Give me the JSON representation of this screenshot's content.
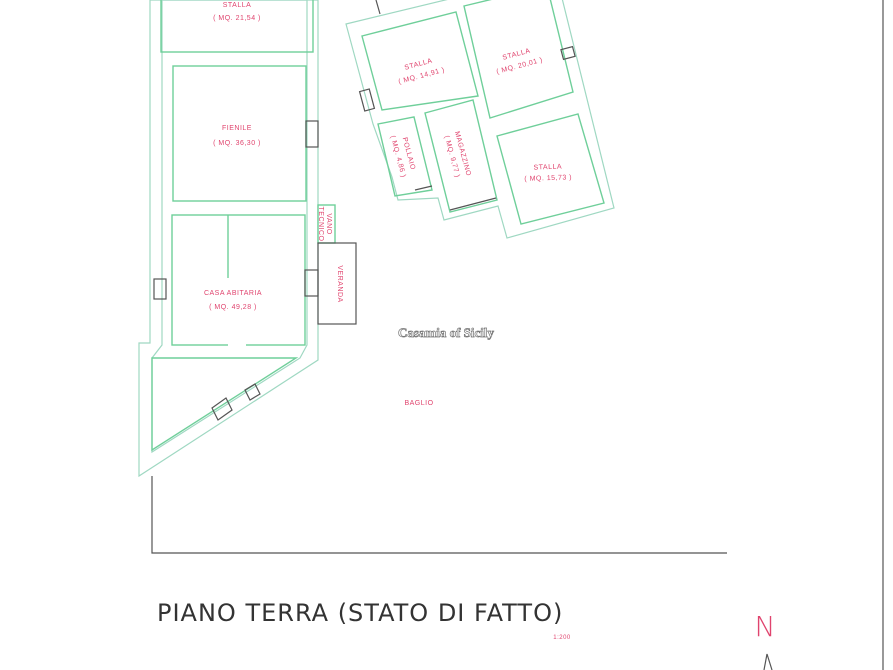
{
  "title": "PIANO TERRA (STATO DI FATTO)",
  "scale": "1:200",
  "north_label": "N",
  "watermark": "Casamia of Sicily",
  "rooms": [
    {
      "name": "STALLA",
      "area": "( MQ. 21,54 )"
    },
    {
      "name": "FIENILE",
      "area": "( MQ. 36,30 )"
    },
    {
      "name": "CASA ABITARIA",
      "area": "( MQ. 49,28 )"
    },
    {
      "name": "STALLA",
      "area": "( MQ. 14,91 )"
    },
    {
      "name": "STALLA",
      "area": "( MQ. 20,01 )"
    },
    {
      "name": "POLLAIO",
      "area": "( MQ. 4,86 )"
    },
    {
      "name": "MAGAZZINO",
      "area": "( MQ. 9,77 )"
    },
    {
      "name": "STALLA",
      "area": "( MQ. 15,73 )"
    }
  ],
  "labels": {
    "vano_tecnico_1": "VANO",
    "vano_tecnico_2": "TECNICO",
    "veranda": "VERANDA",
    "baglio": "BAGLIO"
  },
  "colors": {
    "walls": "#6fcf9a",
    "labels": "#e0446e",
    "title": "#333333"
  }
}
